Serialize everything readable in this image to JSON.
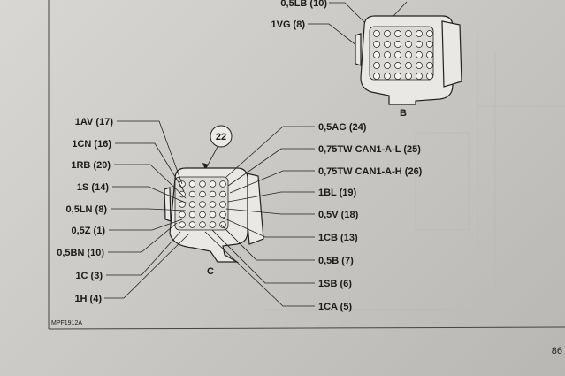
{
  "connector_b": {
    "letter": "B",
    "pins": [
      {
        "wire": "0,5LB (10)"
      },
      {
        "wire": "1VG (8)"
      }
    ]
  },
  "connector_c": {
    "letter": "C",
    "callout": "22",
    "left_pins": [
      {
        "wire": "1AV (17)"
      },
      {
        "wire": "1CN (16)"
      },
      {
        "wire": "1RB (20)"
      },
      {
        "wire": "1S (14)"
      },
      {
        "wire": "0,5LN (8)"
      },
      {
        "wire": "0,5Z (1)"
      },
      {
        "wire": "0,5BN (10)"
      },
      {
        "wire": "1C (3)"
      },
      {
        "wire": "1H (4)"
      }
    ],
    "right_pins": [
      {
        "wire": "0,5AG (24)"
      },
      {
        "wire": "0,75TW CAN1-A-L (25)"
      },
      {
        "wire": "0,75TW CAN1-A-H (26)"
      },
      {
        "wire": "1BL (19)"
      },
      {
        "wire": "0,5V (18)"
      },
      {
        "wire": "1CB (13)"
      },
      {
        "wire": "0,5B (7)"
      },
      {
        "wire": "1SB (6)"
      },
      {
        "wire": "1CA (5)"
      }
    ]
  },
  "figure_code": "MPF1912A",
  "page_number": "86"
}
